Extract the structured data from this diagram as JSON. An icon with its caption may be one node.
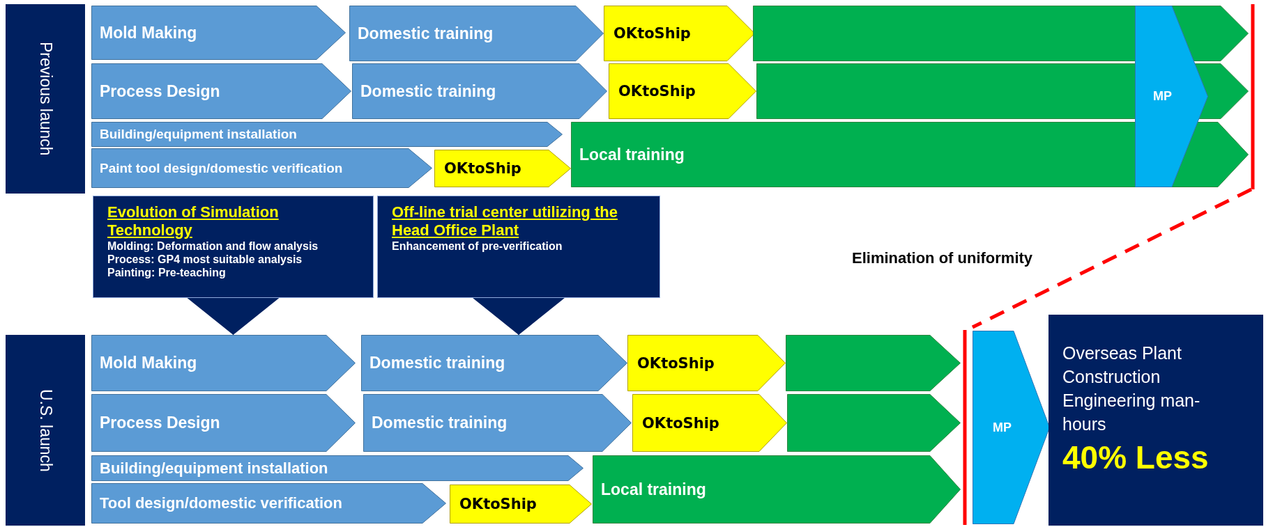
{
  "diagram": {
    "nodes": [
      {
        "text": [
          "Previous launch"
        ]
      },
      {
        "text": [
          "Mold Making"
        ]
      },
      {
        "text": [
          "Domestic training"
        ]
      },
      {
        "text": [
          "OKtoShip"
        ]
      },
      {
        "text": [],
        "shape": "arrow"
      },
      {
        "text": [
          "Process Design"
        ]
      },
      {
        "text": [
          "Domestic training"
        ]
      },
      {
        "text": [
          "OKtoShip"
        ]
      },
      {
        "text": [],
        "shape": "arrow"
      },
      {
        "text": [
          "Building/equipment installation"
        ]
      },
      {
        "text": [
          "Paint tool design/domestic verification"
        ]
      },
      {
        "text": [
          "OKtoShip"
        ]
      },
      {
        "text": [
          "Local training"
        ]
      },
      {
        "text": [
          "MP"
        ]
      },
      {
        "text": [
          "Evolution of Simulation Technology",
          "Molding: Deformation and flow analysis",
          "Process: GP4 most suitable analysis",
          "Painting: Pre-teaching"
        ]
      },
      {
        "text": [
          "Off-line trial center utilizing the Head Office Plant",
          "Enhancement of pre-verification"
        ]
      },
      {
        "text": [
          "U.S. launch"
        ]
      },
      {
        "text": [
          "Mold Making"
        ]
      },
      {
        "text": [
          "Domestic training"
        ]
      },
      {
        "text": [
          "OKtoShip"
        ]
      },
      {
        "text": [],
        "shape": "arrow"
      },
      {
        "text": [
          "Process Design"
        ]
      },
      {
        "text": [
          "Domestic training"
        ]
      },
      {
        "text": [
          "OKtoShip"
        ]
      },
      {
        "text": [],
        "shape": "arrow"
      },
      {
        "text": [
          "Building/equipment installation"
        ]
      },
      {
        "text": [
          "Tool design/domestic verification"
        ]
      },
      {
        "text": [
          "OKtoShip"
        ]
      },
      {
        "text": [
          "Local training"
        ]
      },
      {
        "text": [
          "MP"
        ]
      },
      {
        "text": [
          "Overseas Plant Construction Engineering man-hours",
          "40% Less"
        ]
      }
    ],
    "edges": [
      {
        "from": 14,
        "to": 17,
        "arrow": "to"
      },
      {
        "from": 15,
        "to": 18,
        "arrow": "to"
      }
    ],
    "labels": [
      "Elimination of uniformity"
    ]
  }
}
